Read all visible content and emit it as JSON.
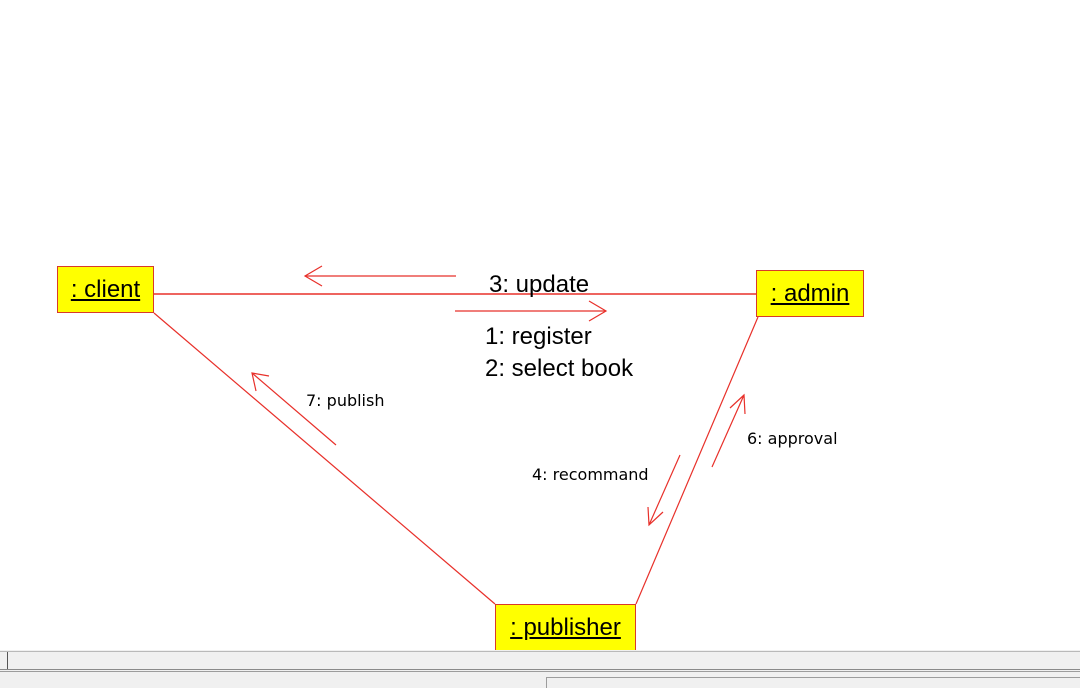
{
  "colors": {
    "node_fill": "#ffff00",
    "link_stroke": "#e8302a",
    "node_border": "#d83a2a",
    "text": "#000000"
  },
  "diagram": {
    "objects": {
      "client": ": client",
      "admin": ": admin",
      "publisher": ": publisher"
    },
    "links": [
      {
        "from": "client",
        "to": "admin"
      },
      {
        "from": "client",
        "to": "publisher"
      },
      {
        "from": "admin",
        "to": "publisher"
      }
    ],
    "messages": {
      "update": "3: update",
      "register": "1: register",
      "select_book": "2: select book",
      "publish": "7: publish",
      "approval": "6: approval",
      "recommand": "4: recommand"
    }
  }
}
